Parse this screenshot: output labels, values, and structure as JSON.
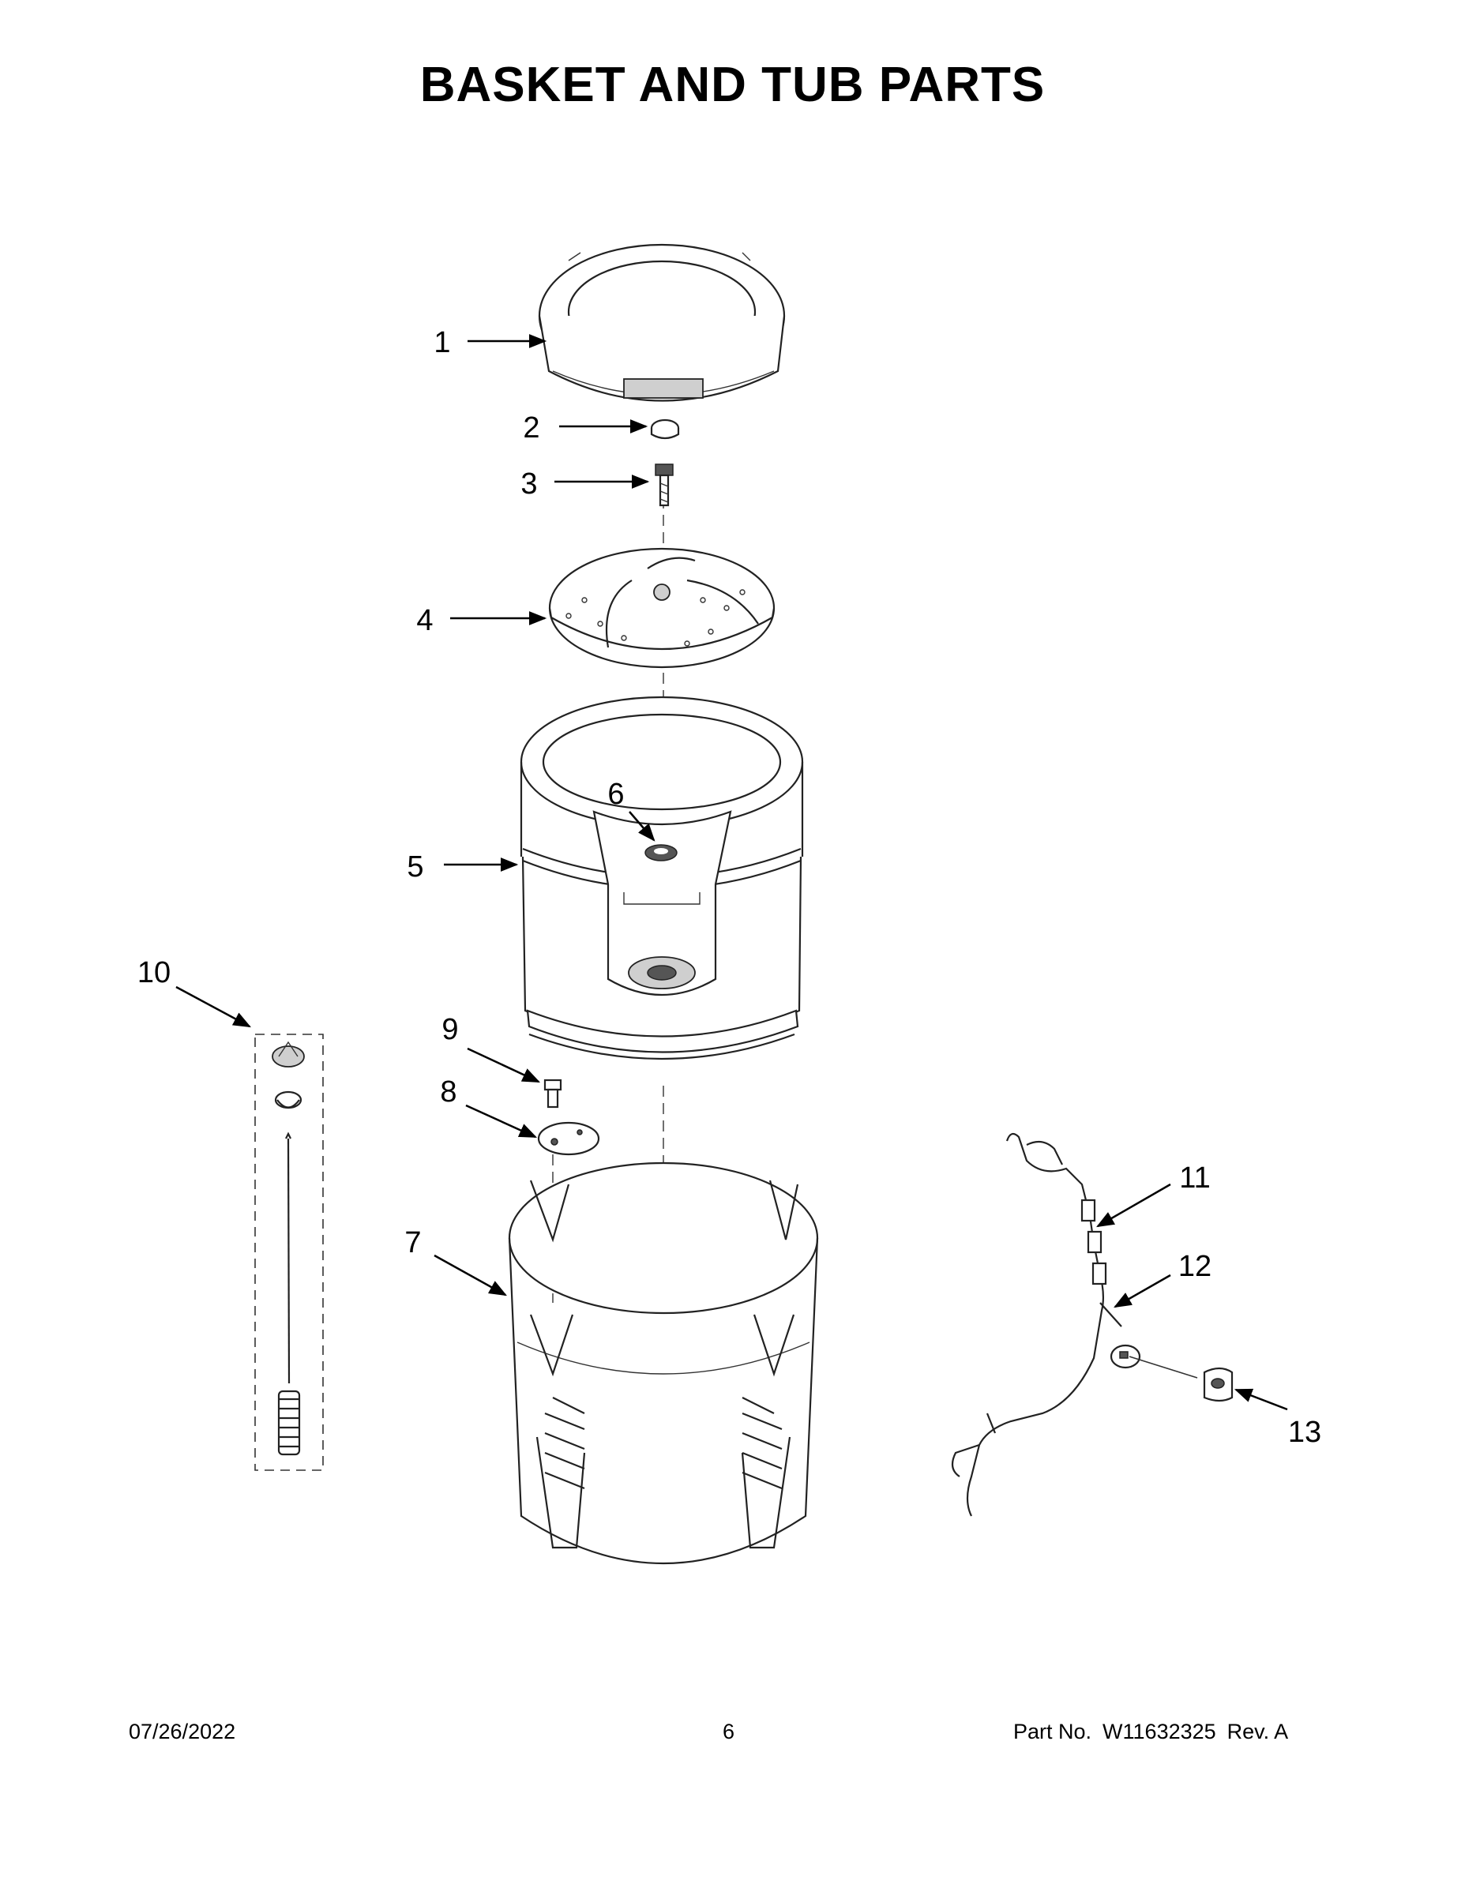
{
  "page": {
    "title": "BASKET AND TUB PARTS"
  },
  "callouts": [
    {
      "number": "1"
    },
    {
      "number": "2"
    },
    {
      "number": "3"
    },
    {
      "number": "4"
    },
    {
      "number": "5"
    },
    {
      "number": "6"
    },
    {
      "number": "7"
    },
    {
      "number": "8"
    },
    {
      "number": "9"
    },
    {
      "number": "10"
    },
    {
      "number": "11"
    },
    {
      "number": "12"
    },
    {
      "number": "13"
    }
  ],
  "footer": {
    "date": "07/26/2022",
    "page_number": "6",
    "part_label": "Part No.",
    "part_number": "W11632325",
    "revision": "Rev. A"
  }
}
